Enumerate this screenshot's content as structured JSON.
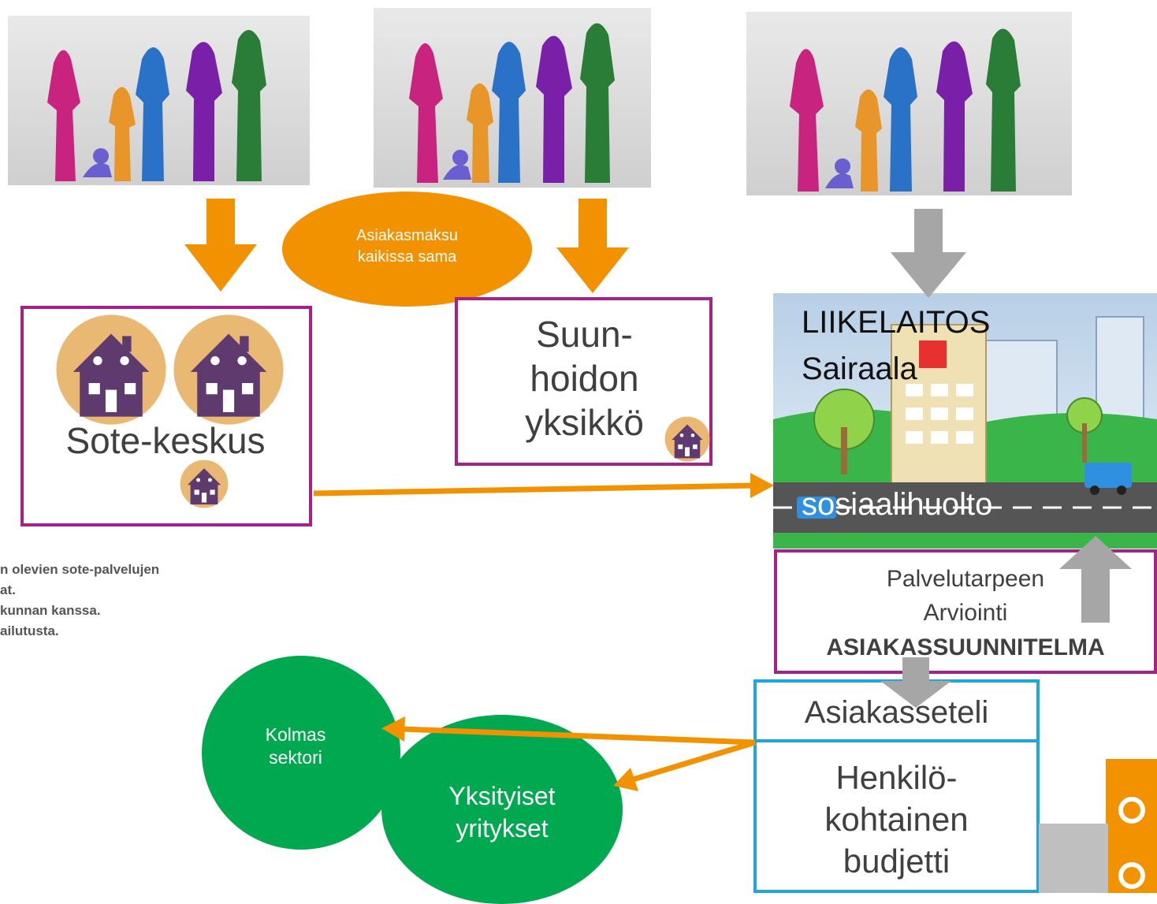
{
  "oval": {
    "text": "Asiakasmaksu\nkaikissa sama"
  },
  "sote": {
    "title": "Sote-keskus"
  },
  "suun": {
    "title": "Suun-\nhoidon\nyksikkö"
  },
  "hospital": {
    "title": "LIIKELAITOS",
    "subtitle": "Sairaala",
    "road_label": "sosiaalihuolto"
  },
  "arviointi": {
    "line1": "Palvelutarpeen",
    "line2": "Arviointi",
    "line3": "ASIAKASSUUNNITELMA"
  },
  "seteli": {
    "label": "Asiakasseteli"
  },
  "budjetti": {
    "label": "Henkilö-\nkohtainen\nbudjetti"
  },
  "kolmas": {
    "label": "Kolmas\nsektori"
  },
  "yksityiset": {
    "label": "Yksityiset\nyritykset"
  },
  "notes": [
    "n olevien sote-palvelujen",
    "at.",
    "kunnan kanssa.",
    "ailutusta."
  ],
  "colors": {
    "orange": "#f39200",
    "purple": "#a5228c",
    "blue": "#1ea7dc",
    "green": "#00a94f",
    "gray": "#a6a6a6"
  }
}
